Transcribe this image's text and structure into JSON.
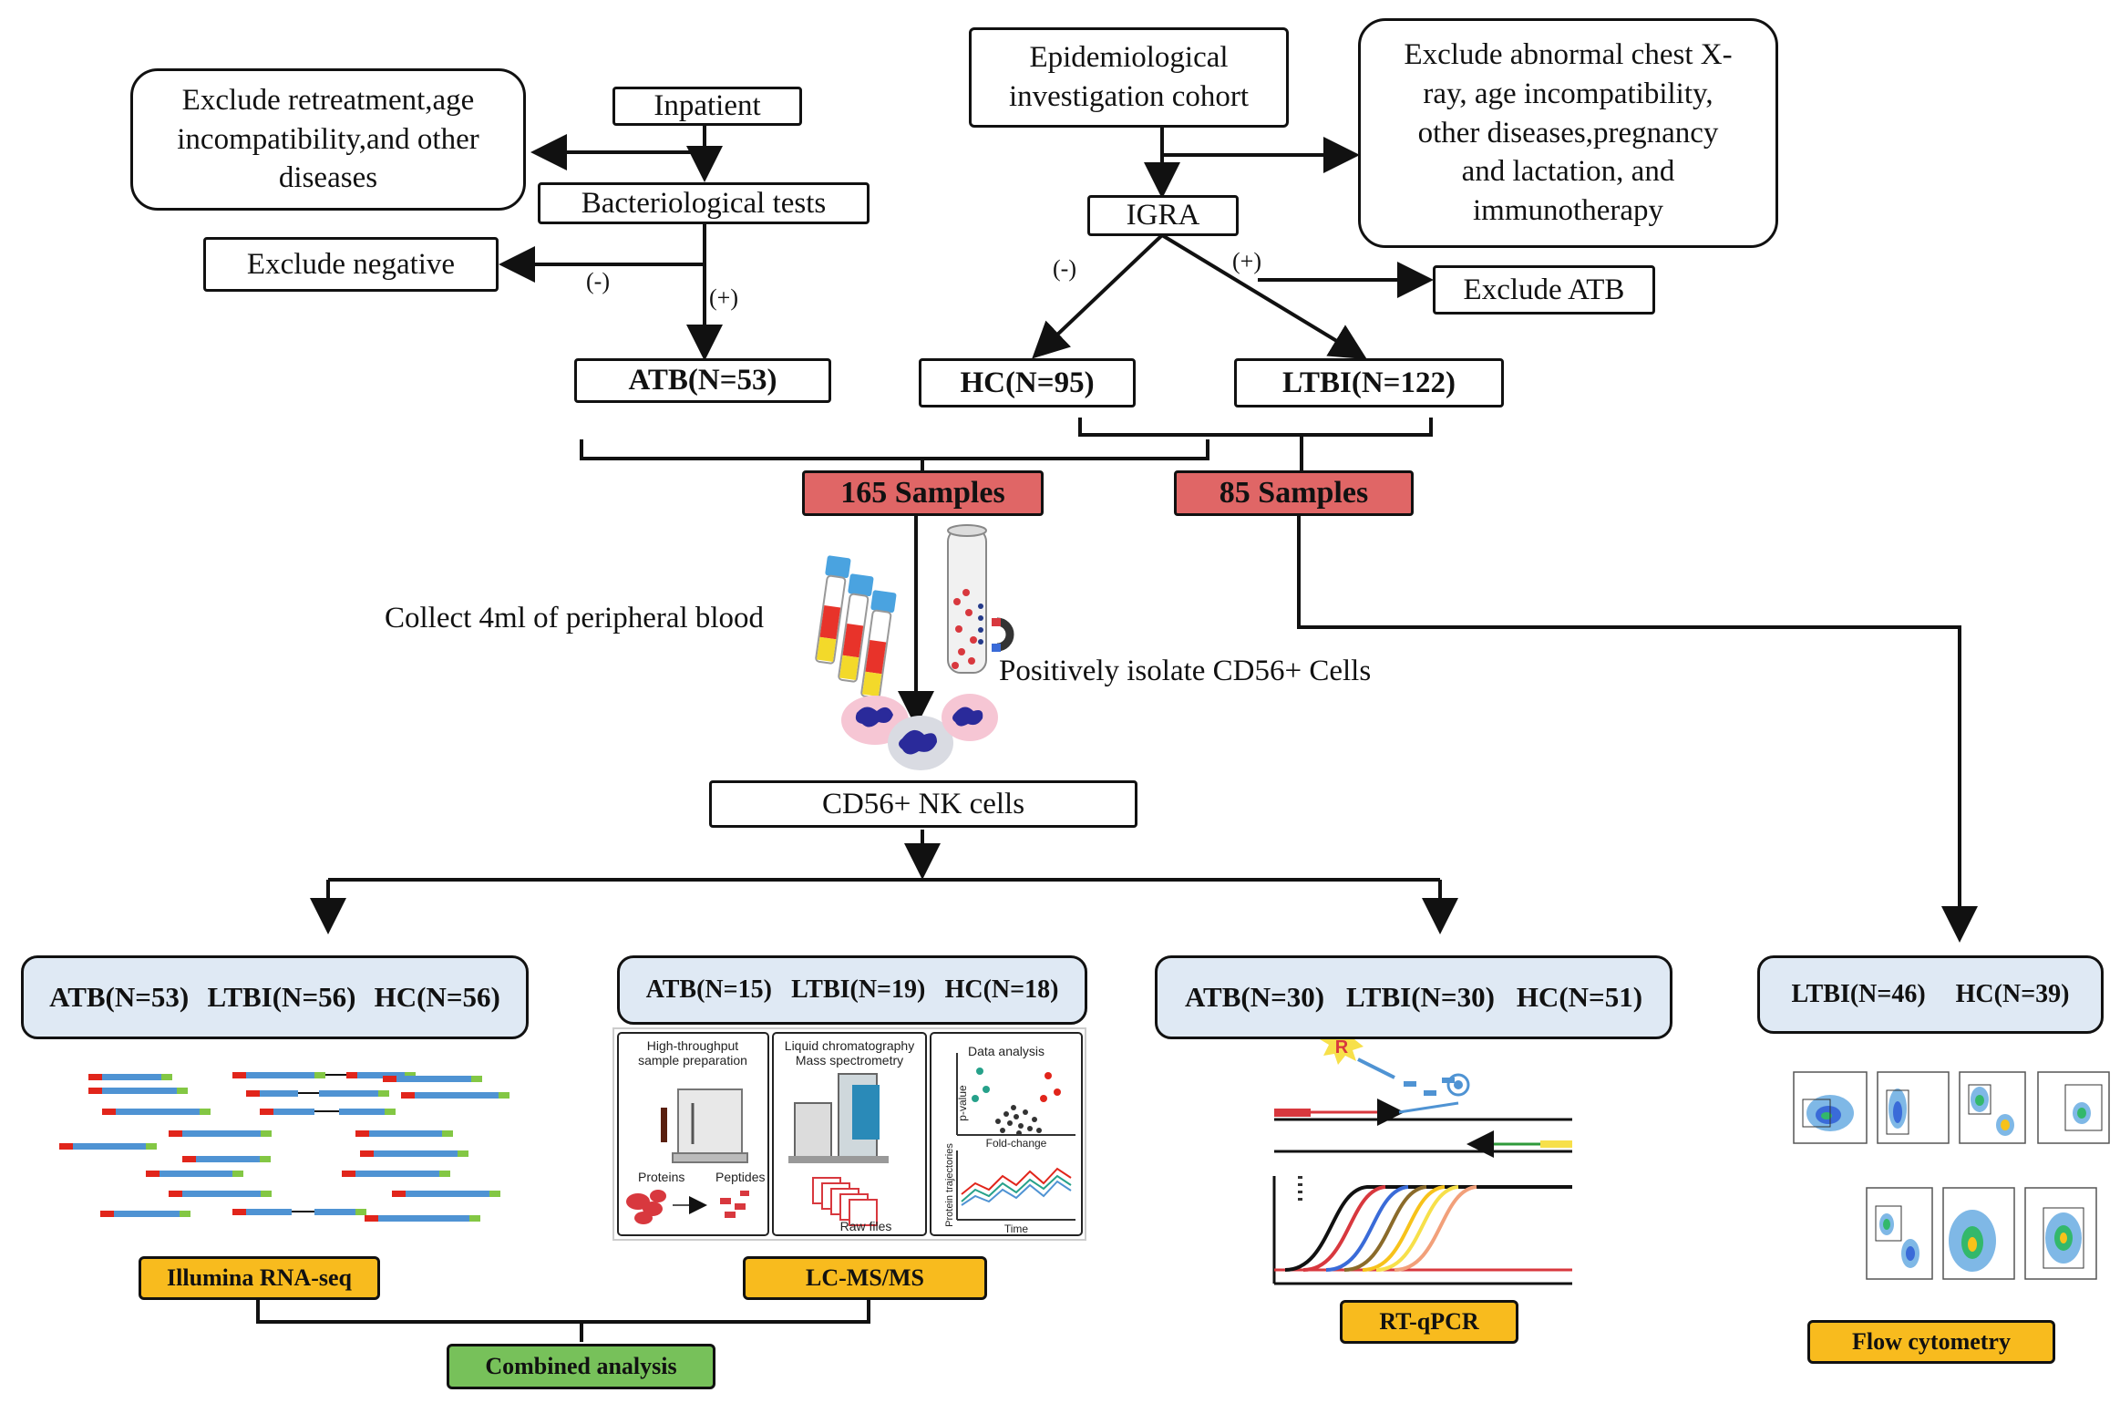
{
  "left_branch": {
    "inpatient": "Inpatient",
    "exclude_retreatment": "Exclude retreatment,age incompatibility,and other diseases",
    "bacteriological_tests": "Bacteriological tests",
    "exclude_negative": "Exclude negative",
    "minus_label": "(-)",
    "plus_label": "(+)",
    "atb": "ATB(N=53)"
  },
  "right_branch": {
    "cohort": "Epidemiological investigation cohort",
    "exclude_abnormal": "Exclude abnormal chest X-ray, age incompatibility, other diseases,pregnancy and lactation, and immunotherapy",
    "igra": "IGRA",
    "minus_label": "(-)",
    "plus_label": "(+)",
    "exclude_atb": "Exclude ATB",
    "hc": "HC(N=95)",
    "ltbi": "LTBI(N=122)"
  },
  "samples": {
    "s165": "165 Samples",
    "s85": "85 Samples"
  },
  "processing": {
    "collect_blood": "Collect 4ml of peripheral blood",
    "isolate": "Positively isolate CD56+ Cells",
    "nk_cells": "CD56+ NK cells"
  },
  "groups": {
    "rnaseq": {
      "atb": "ATB(N=53)",
      "ltbi": "LTBI(N=56)",
      "hc": "HC(N=56)"
    },
    "lcms": {
      "atb": "ATB(N=15)",
      "ltbi": "LTBI(N=19)",
      "hc": "HC(N=18)"
    },
    "qpcr": {
      "atb": "ATB(N=30)",
      "ltbi": "LTBI(N=30)",
      "hc": "HC(N=51)"
    },
    "flow": {
      "ltbi": "LTBI(N=46)",
      "hc": "HC(N=39)"
    }
  },
  "methods": {
    "rnaseq": "Illumina RNA-seq",
    "lcms": "LC-MS/MS",
    "qpcr": "RT-qPCR",
    "flow": "Flow cytometry",
    "combined": "Combined analysis"
  },
  "lcms_panels": {
    "p1_title_1": "High-throughput",
    "p1_title_2": "sample preparation",
    "p1_proteins": "Proteins",
    "p1_peptides": "Peptides",
    "p2_title_1": "Liquid chromatography",
    "p2_title_2": "Mass spectrometry",
    "p2_raw": "Raw files",
    "p3_title": "Data analysis",
    "p3_pvalue": "p-value",
    "p3_fold": "Fold-change",
    "p3_traj": "Protein trajectories",
    "p3_time": "Time"
  },
  "qpcr_badge": "R",
  "colors": {
    "sample_red": "#e06666",
    "group_blue": "#dfe9f4",
    "method_orange": "#f8bb1e",
    "combined_green": "#77c15a"
  }
}
